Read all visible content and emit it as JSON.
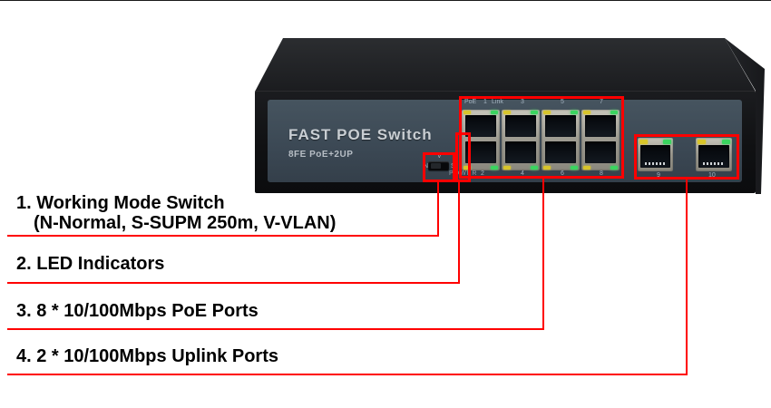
{
  "device": {
    "title": "FAST POE Switch",
    "subtitle": "8FE PoE+2UP",
    "mode_switch": {
      "top_label": "V",
      "left_label": "N",
      "right_label": "S"
    },
    "power_label": "POWER",
    "led_count": 3,
    "poe_ports": {
      "count": 8,
      "columns": 4,
      "top_labels": [
        "PoE",
        "1",
        "Link",
        "3",
        "5",
        "7"
      ],
      "bottom_labels": [
        "2",
        "4",
        "6",
        "8"
      ]
    },
    "uplink_ports": {
      "labels": [
        "9",
        "10"
      ]
    }
  },
  "annotations": [
    {
      "line1": "1. Working Mode Switch",
      "line2": "(N-Normal, S-SUPM 250m, V-VLAN)"
    },
    {
      "line1": "2. LED Indicators"
    },
    {
      "line1": "3. 8 * 10/100Mbps PoE Ports"
    },
    {
      "line1": "4. 2 * 10/100Mbps Uplink Ports"
    }
  ],
  "colors": {
    "annotation_red": "#ff0000",
    "led_yellow": "#d8c52b",
    "led_green": "#3ad45f",
    "panel_blue": "#3c4955",
    "body_black": "#141518"
  }
}
